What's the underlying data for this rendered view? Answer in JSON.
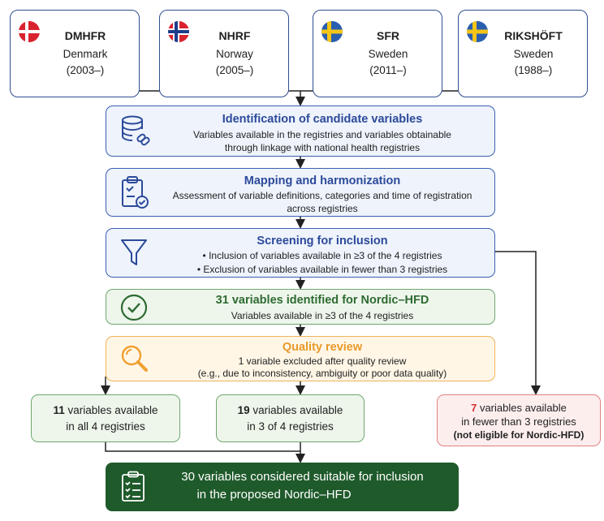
{
  "registries": [
    {
      "name": "DMHFR",
      "country": "Denmark",
      "years": "(2003–)",
      "flag": "denmark-flag"
    },
    {
      "name": "NHRF",
      "country": "Norway",
      "years": "(2005–)",
      "flag": "norway-flag"
    },
    {
      "name": "SFR",
      "country": "Sweden",
      "years": "(2011–)",
      "flag": "sweden-flag"
    },
    {
      "name": "RIKSHÖFT",
      "country": "Sweden",
      "years": "(1988–)",
      "flag": "sweden-flag"
    }
  ],
  "steps": {
    "identification": {
      "title": "Identification of candidate variables",
      "line1": "Variables available in the registries and variables obtainable",
      "line2": "through linkage with national health registries",
      "icon": "database-link-icon"
    },
    "mapping": {
      "title": "Mapping and harmonization",
      "line1": "Assessment of variable definitions, categories and time of registration",
      "line2": "across registries",
      "icon": "clipboard-check-icon"
    },
    "screening": {
      "title": "Screening for inclusion",
      "bullet1": "Inclusion of variables available in ≥3 of the 4 registries",
      "bullet2": "Exclusion of variables available in fewer than 3 registries",
      "icon": "funnel-icon"
    },
    "identified": {
      "title": "31 variables identified for Nordic–HFD",
      "line1": "Variables available in ≥3 of the 4 registries",
      "icon": "check-circle-icon"
    },
    "quality": {
      "title": "Quality review",
      "line1": "1 variable excluded after quality review",
      "line2": "(e.g., due to inconsistency, ambiguity or poor data quality)",
      "icon": "magnifier-icon"
    }
  },
  "outcomes": {
    "all4": {
      "num": "11",
      "rest": " variables available",
      "line2": "in all 4 registries"
    },
    "three": {
      "num": "19",
      "rest": " variables available",
      "line2": "in 3 of 4 registries"
    },
    "excluded": {
      "num": "7",
      "rest": " variables available",
      "line2": "in fewer than 3 registries",
      "line3": "(not eligible for Nordic-HFD)"
    }
  },
  "final": {
    "line1": "30 variables considered suitable for inclusion",
    "line2": "in the proposed Nordic–HFD",
    "icon": "clipboard-list-icon"
  },
  "colors": {
    "blue_border": "#3b5fb0",
    "blue_fill": "#eef3fc",
    "blue_title": "#2c4a9a",
    "green_border": "#6ea66e",
    "green_fill": "#eef6ec",
    "green_title": "#2e6b32",
    "orange_border": "#f0b45a",
    "orange_fill": "#fff6e6",
    "orange_title": "#e89a2a",
    "red_border": "#e08080",
    "red_fill": "#fdeeee",
    "red_num": "#d93030",
    "final_fill": "#1f5a2b"
  }
}
